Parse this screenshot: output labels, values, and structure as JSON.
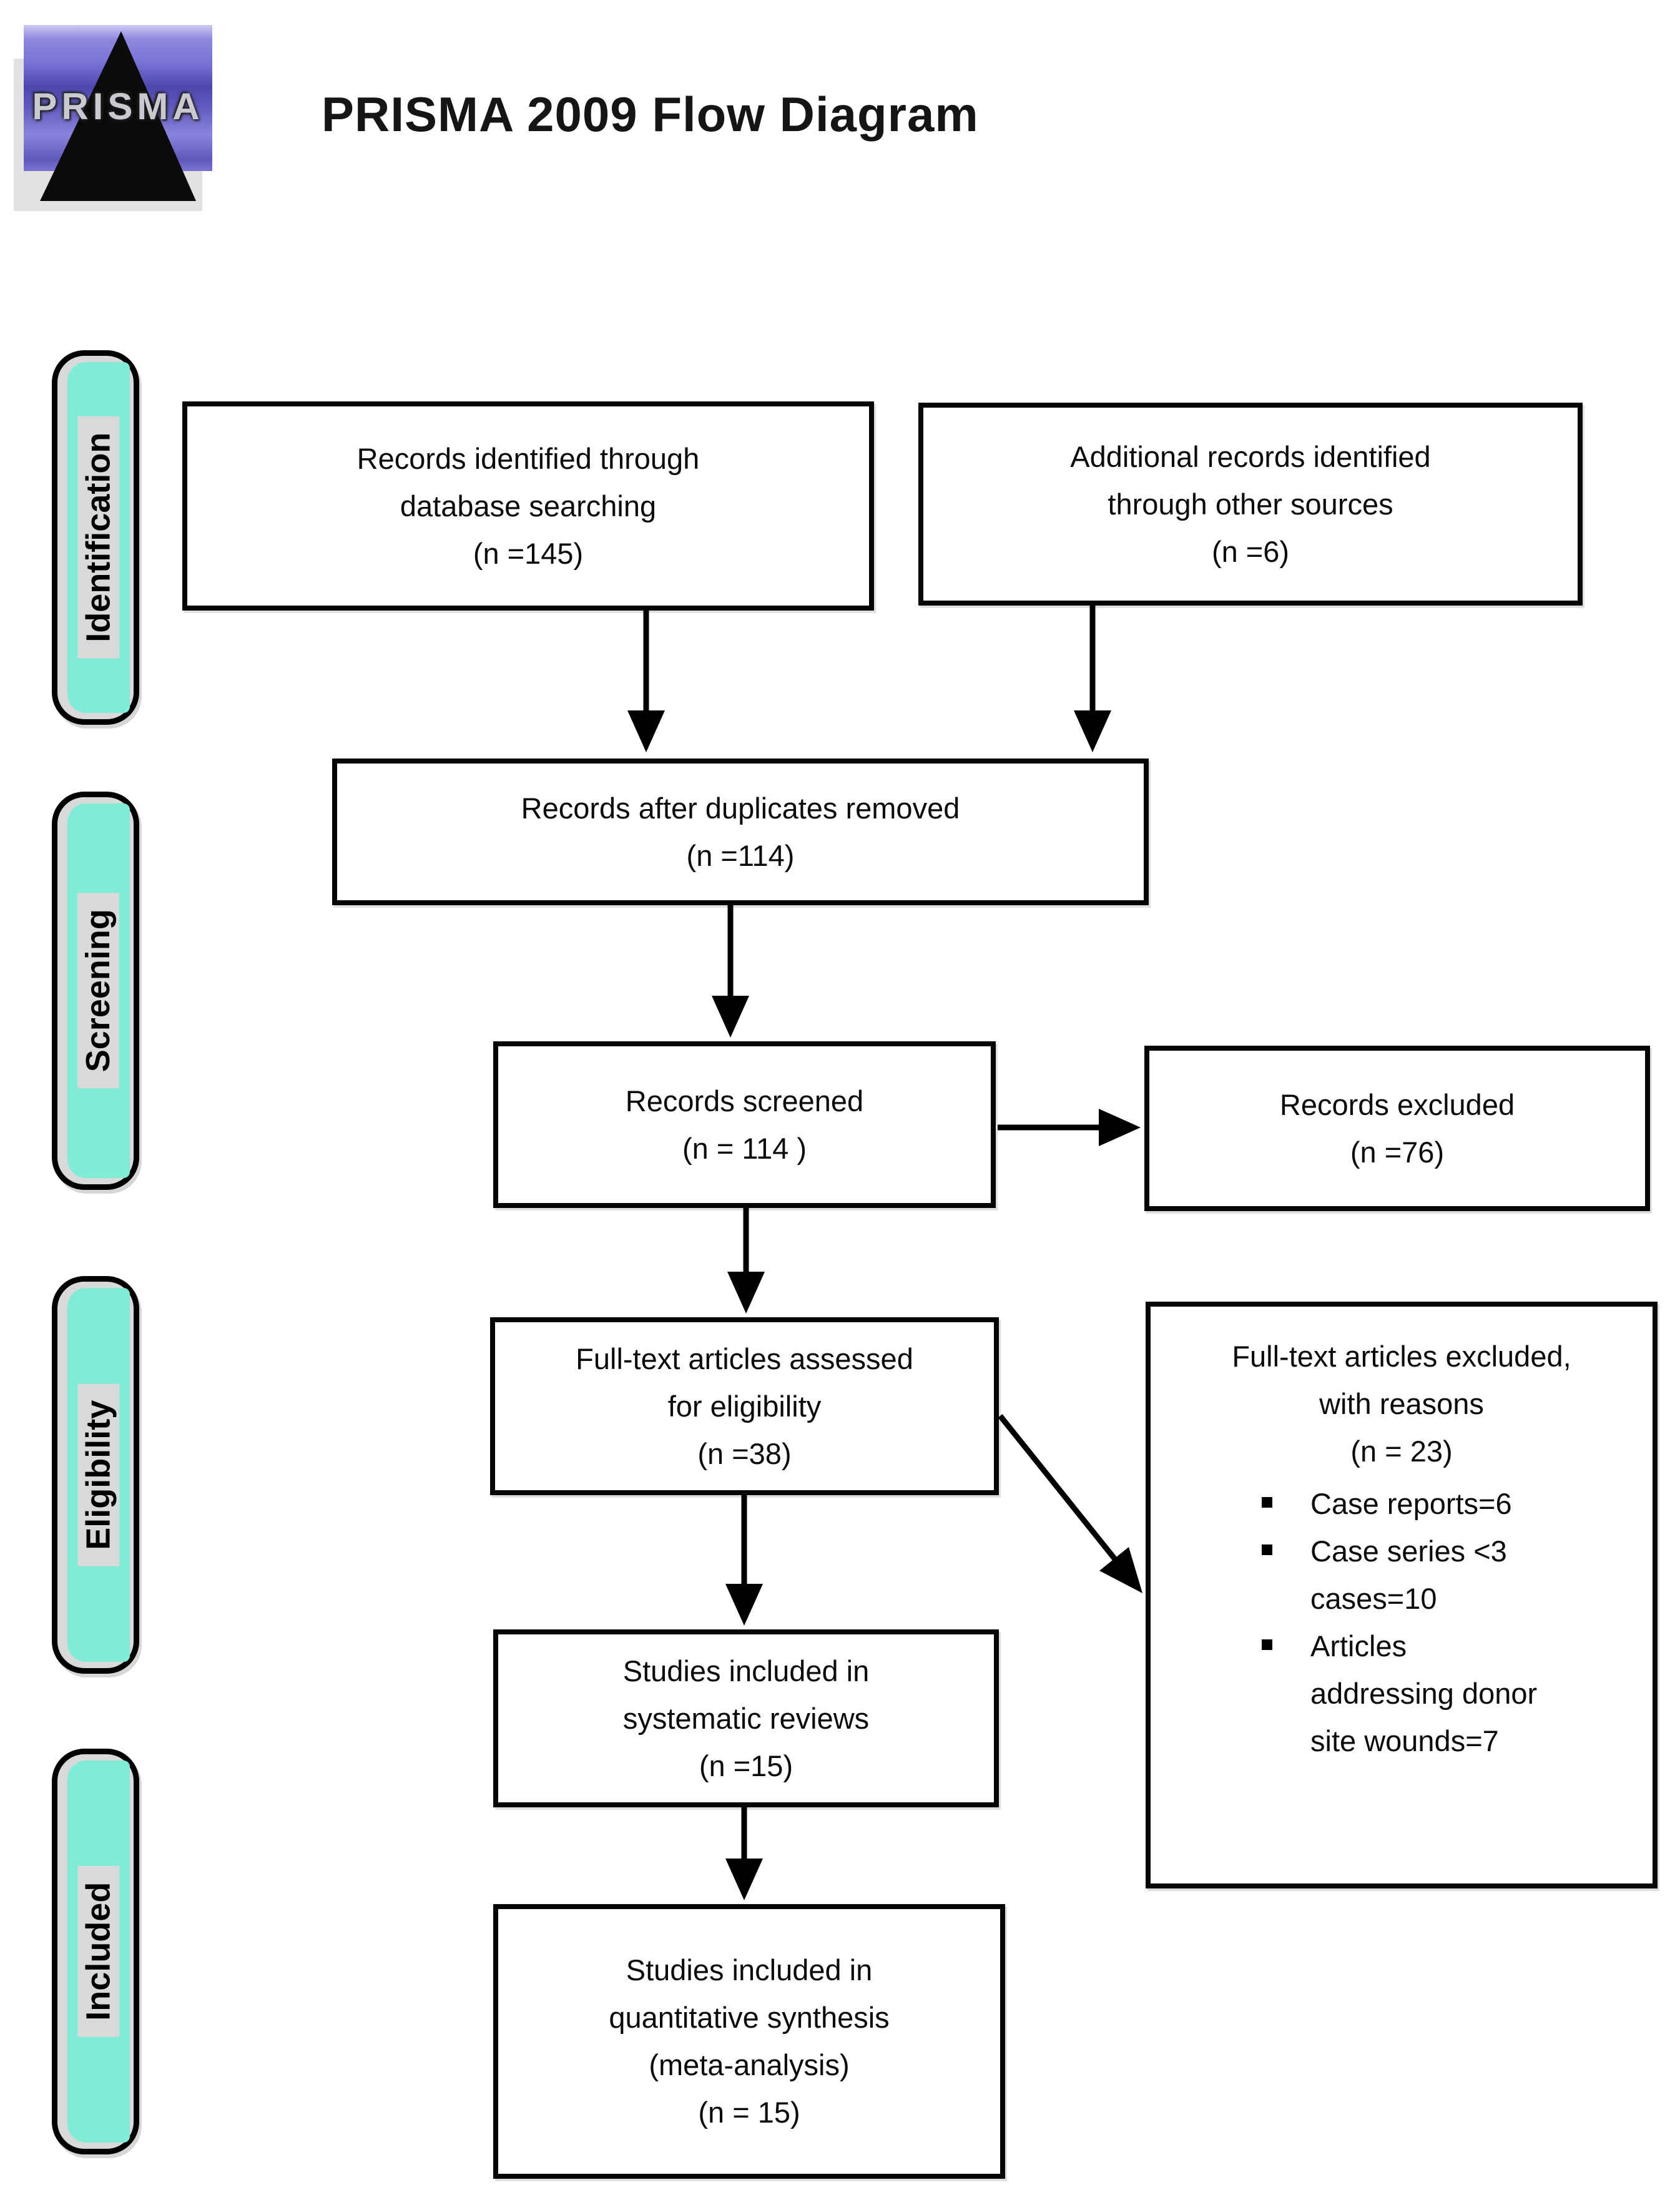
{
  "header": {
    "title": "PRISMA 2009 Flow Diagram",
    "logo_text": "PRISMA"
  },
  "sidebar": {
    "stages": [
      {
        "label": "Identification"
      },
      {
        "label": "Screening"
      },
      {
        "label": "Eligibility"
      },
      {
        "label": "Included"
      }
    ]
  },
  "flow": {
    "identified": {
      "lines": [
        "Records identified through",
        "database searching",
        "(n =145)"
      ]
    },
    "additional": {
      "lines": [
        "Additional records identified",
        "through other sources",
        "(n =6)"
      ]
    },
    "deduplicated": {
      "lines": [
        "Records after duplicates removed",
        "(n =114)"
      ]
    },
    "screened": {
      "lines": [
        "Records screened",
        "(n = 114 )"
      ]
    },
    "excluded": {
      "lines": [
        "Records excluded",
        "(n =76)"
      ]
    },
    "fulltext_assessed": {
      "lines": [
        "Full-text articles assessed",
        "for eligibility",
        "(n =38)"
      ]
    },
    "fulltext_excluded": {
      "lines": [
        "Full-text articles excluded,",
        "with reasons",
        "(n = 23)"
      ],
      "bullets": [
        [
          "Case reports=6"
        ],
        [
          "Case series <3",
          "cases=10"
        ],
        [
          "Articles",
          "addressing donor",
          "site wounds=7"
        ]
      ]
    },
    "systematic_reviews": {
      "lines": [
        "Studies included in",
        "systematic reviews",
        "(n =15)"
      ]
    },
    "quantitative_synthesis": {
      "lines": [
        "Studies included in",
        "quantitative synthesis",
        "(meta-analysis)",
        "(n = 15)"
      ]
    }
  },
  "colors": {
    "stage_fill": "#7fecd5",
    "stage_label_bg": "#d9d9d9",
    "box_border": "#000000",
    "box_fill": "#ffffff",
    "logo_purple": "#7a74d0",
    "logo_purple_dark": "#4f47ad"
  }
}
